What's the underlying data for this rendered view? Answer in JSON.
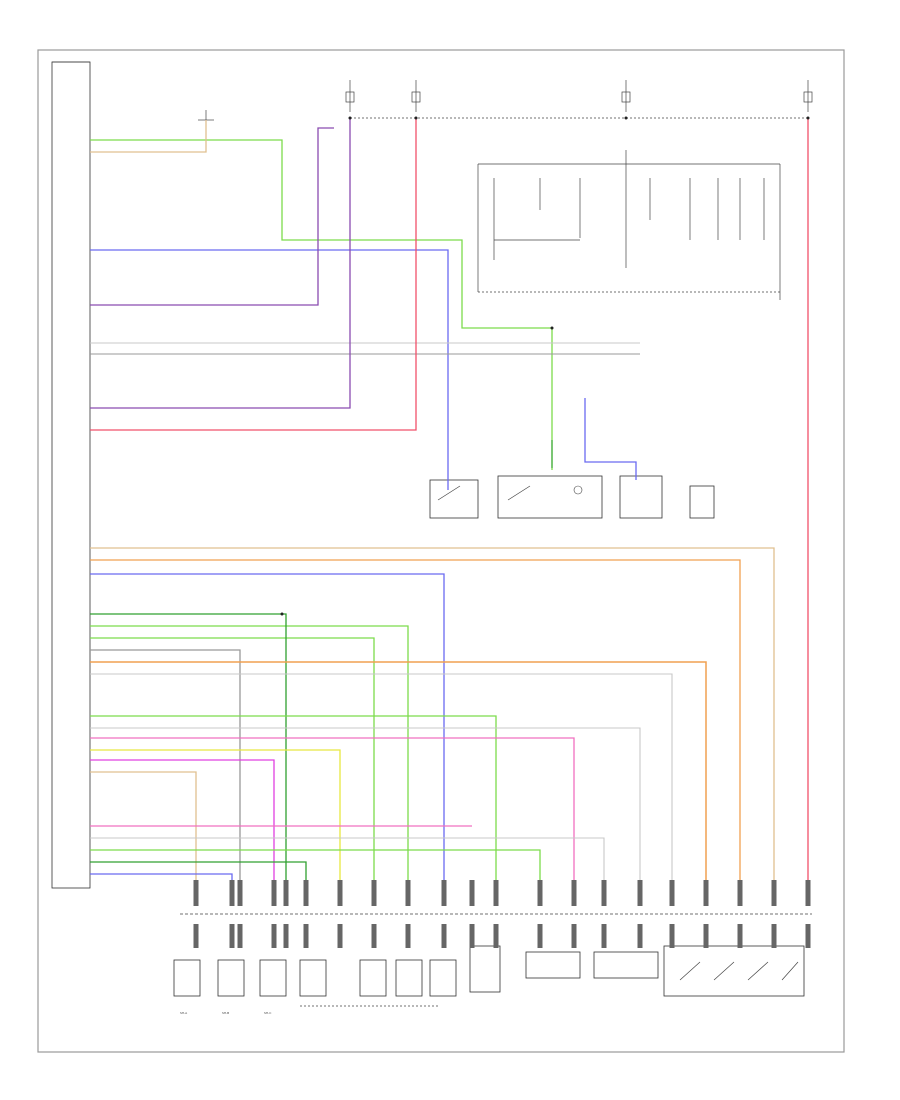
{
  "diagram": {
    "title": "",
    "bottom_left_code": "",
    "ecm_label": "",
    "relay_label": "",
    "fuse_labels": [
      "",
      "",
      "",
      ""
    ],
    "solenoid_labels": [
      "SH-A",
      "SH-B",
      "SH-C"
    ],
    "solenoid_group_label": "",
    "component_labels": [
      "",
      "",
      "",
      "",
      "",
      "",
      "",
      ""
    ],
    "colors": {
      "green": "#7cdc4c",
      "blue": "#6a6af0",
      "violet": "#8a4cb0",
      "red": "#f0506a",
      "orange": "#f0a050",
      "yellow": "#e8e840",
      "pink": "#f070c0",
      "magenta": "#e040e0",
      "grey": "#999999",
      "light_grey": "#c8c8c8",
      "tan": "#e0c090",
      "dark_green": "#30a030"
    }
  }
}
